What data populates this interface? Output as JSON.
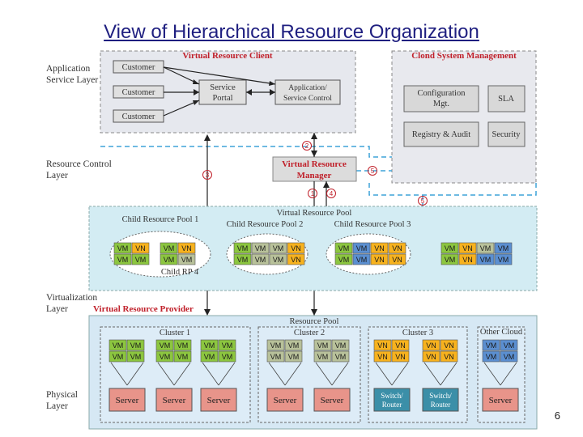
{
  "title": "View of Hierarchical Resource Organization",
  "page_number": "6",
  "layers": {
    "application": [
      "Application",
      "Service  Layer"
    ],
    "resource_control": [
      "Resource Control",
      "Layer"
    ],
    "virtualization": [
      "Virtualization",
      "Layer"
    ],
    "physical": [
      "Physical",
      "Layer"
    ]
  },
  "client": {
    "title": "Virtual Resource Client",
    "customers": [
      "Customer",
      "Customer",
      "Customer"
    ],
    "service_portal": [
      "Service",
      "Portal"
    ],
    "app_control": [
      "Application/",
      "Service Control"
    ]
  },
  "csm": {
    "title": "Clond System Management",
    "config": [
      "Configuration",
      "Mgt."
    ],
    "sla": "SLA",
    "registry": "Registry & Audit",
    "security": "Security"
  },
  "manager": [
    "Virtual Resource",
    "Manager"
  ],
  "steps": [
    "1",
    "2",
    "3",
    "4",
    "5",
    "5"
  ],
  "vpool": {
    "title": "Virtual Resource Pool",
    "child1": "Child Resource Pool 1",
    "child2": "Child Resource Pool 2",
    "child3": "Child Resource Pool 3",
    "child4": "Child RP 4",
    "provider": "Virtual Resource Provider"
  },
  "rpool": {
    "title": "Resource Pool",
    "cluster1": "Cluster 1",
    "cluster2": "Cluster 2",
    "cluster3": "Cluster 3",
    "other": "Other Cloud",
    "server": "Server",
    "switch": [
      "Switch/",
      "Router"
    ]
  },
  "vm_labels": {
    "vm": "VM",
    "vn": "VN"
  },
  "colors": {
    "vm_green": "#8cc63f",
    "vn_orange": "#f7b21e",
    "vm_gray": "#b8c19a",
    "vm_blue": "#5b8fd1",
    "server_red": "#e8948a",
    "switch_teal": "#3b8fa8",
    "client_bg": "#e6e8ee",
    "vpool_bg": "#d3ecf3",
    "rpool_bg": "#d6e8f4",
    "accent_red": "#c0202a"
  }
}
